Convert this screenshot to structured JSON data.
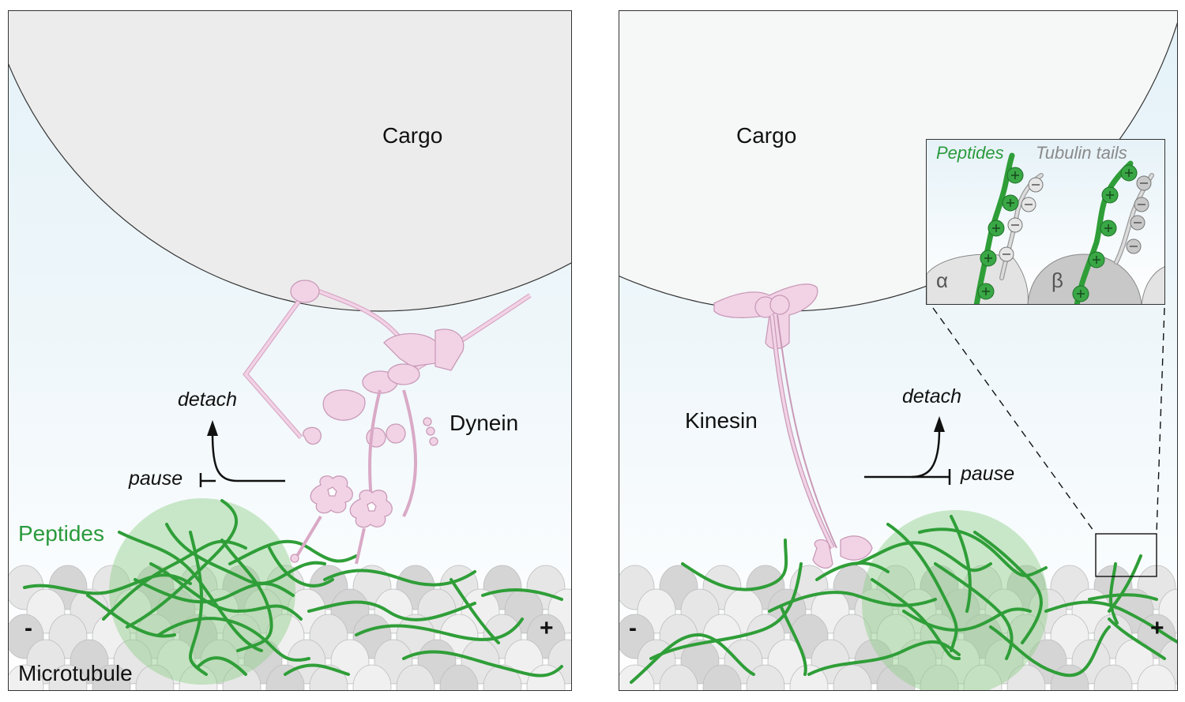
{
  "figure": {
    "panels": [
      {
        "id": "left",
        "motor": "Dynein",
        "cargo_label": "Cargo",
        "detach_label": "detach",
        "pause_label": "pause",
        "peptides_label": "Peptides",
        "track_label": "Microtubule",
        "minus_end": "-",
        "plus_end": "+"
      },
      {
        "id": "right",
        "motor": "Kinesin",
        "cargo_label": "Cargo",
        "detach_label": "detach",
        "pause_label": "pause",
        "minus_end": "-",
        "plus_end": "+",
        "inset": {
          "peptides_label": "Peptides",
          "tails_label": "Tubulin tails",
          "alpha_label": "α",
          "beta_label": "β",
          "peptide_charge": "+",
          "tail_charge": "−"
        }
      }
    ]
  },
  "colors": {
    "peptide_green": "#2a9a3c",
    "peptide_cloud": "#9fd09a",
    "motor_pink": "#f2d3e6",
    "motor_outline": "#c99ab8",
    "cargo_gray": "#ececec",
    "tubulin_light": "#efefef",
    "tubulin_dark": "#d6d6d6",
    "background_top": "#e4f2f8"
  }
}
